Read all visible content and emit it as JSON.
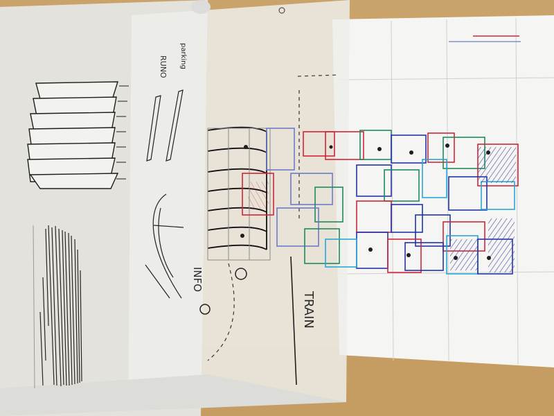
{
  "scene": {
    "description_type": "photo of architectural sketches on tracing paper",
    "colors": {
      "table": "#c9a36a",
      "paper": "#f3f3f1",
      "tracing": "#e9e9e6",
      "ink": "#1e1e1e",
      "red": "#d0263a",
      "green": "#1f8a5a",
      "blue": "#2233aa",
      "cyan": "#2aa7d6",
      "hatch": "#4a4aa8"
    }
  },
  "labels": {
    "train": "TRAIN",
    "info": "INFO",
    "parking": "parking",
    "runo": "RUNO"
  }
}
